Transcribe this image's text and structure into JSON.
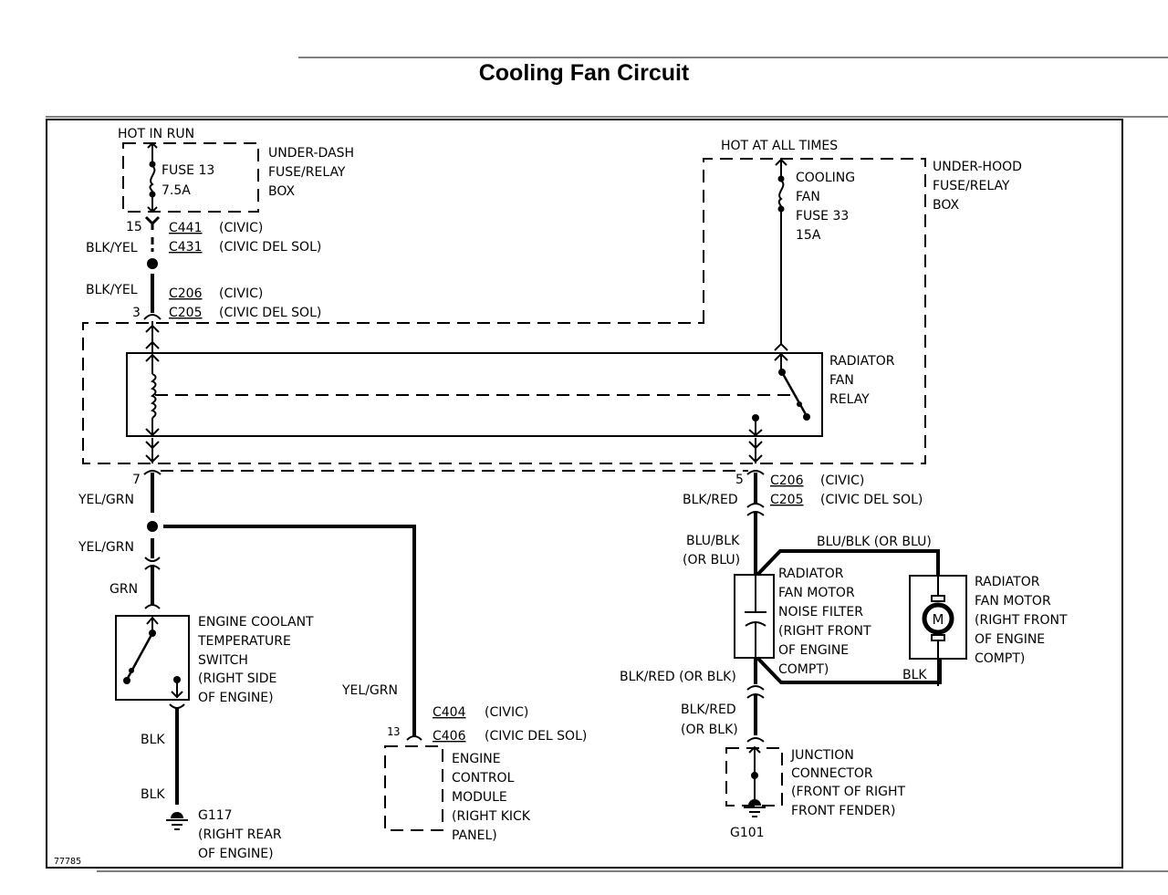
{
  "title": "Cooling Fan Circuit",
  "figure_id": "77785",
  "power_sources": {
    "hot_in_run": "HOT IN RUN",
    "hot_at_all_times": "HOT AT ALL TIMES"
  },
  "under_dash_box": {
    "lines": [
      "UNDER-DASH",
      "FUSE/RELAY",
      "BOX"
    ],
    "fuse": [
      "FUSE 13",
      "7.5A"
    ]
  },
  "under_hood_box": {
    "lines": [
      "UNDER-HOOD",
      "FUSE/RELAY",
      "BOX"
    ],
    "fuse": [
      "COOLING",
      "FAN",
      "FUSE 33",
      "15A"
    ]
  },
  "connectors": {
    "c441": {
      "pin": "15",
      "id": "C441",
      "note": "(CIVIC)"
    },
    "c431": {
      "id": "C431",
      "note": "(CIVIC DEL SOL)"
    },
    "c206_top": {
      "pin": "3",
      "id": "C206",
      "note": "(CIVIC)"
    },
    "c205_top": {
      "id": "C205",
      "note": "(CIVIC DEL SOL)"
    },
    "c206_mid": {
      "pin_left": "7",
      "pin_right": "5",
      "id": "C206",
      "note": "(CIVIC)"
    },
    "c205_mid": {
      "id": "C205",
      "note": "(CIVIC DEL SOL)"
    },
    "c404": {
      "id": "C404",
      "note": "(CIVIC)"
    },
    "c406": {
      "pin": "13",
      "id": "C406",
      "note": "(CIVIC DEL SOL)"
    }
  },
  "wires": {
    "blk_yel_1": "BLK/YEL",
    "blk_yel_2": "BLK/YEL",
    "yel_grn_1": "YEL/GRN",
    "yel_grn_2": "YEL/GRN",
    "yel_grn_ecm": "YEL/GRN",
    "grn": "GRN",
    "blk_1": "BLK",
    "blk_2": "BLK",
    "blk_red": "BLK/RED",
    "blu_blk": [
      "BLU/BLK",
      "(OR BLU)"
    ],
    "blu_blk_motor": "BLU/BLK (OR BLU)",
    "blk_red_or_blk": "BLK/RED (OR BLK)",
    "blk_red_lower": [
      "BLK/RED",
      "(OR BLK)"
    ],
    "blk_motor": "BLK"
  },
  "components": {
    "relay": [
      "RADIATOR",
      "FAN",
      "RELAY"
    ],
    "coolant_switch": [
      "ENGINE COOLANT",
      "TEMPERATURE",
      "SWITCH",
      "(RIGHT SIDE",
      "OF ENGINE)"
    ],
    "ecm": [
      "ENGINE",
      "CONTROL",
      "MODULE",
      "(RIGHT KICK",
      "PANEL)"
    ],
    "noise_filter": [
      "RADIATOR",
      "FAN MOTOR",
      "NOISE FILTER",
      "(RIGHT FRONT",
      "OF ENGINE",
      "COMPT)"
    ],
    "fan_motor": [
      "RADIATOR",
      "FAN MOTOR",
      "(RIGHT FRONT",
      "OF ENGINE",
      "COMPT)"
    ],
    "motor_symbol": "M",
    "junction": [
      "JUNCTION",
      "CONNECTOR",
      "(FRONT OF RIGHT",
      "FRONT FENDER)"
    ]
  },
  "grounds": {
    "g117": [
      "G117",
      "(RIGHT REAR",
      "OF ENGINE)"
    ],
    "g101": "G101"
  }
}
